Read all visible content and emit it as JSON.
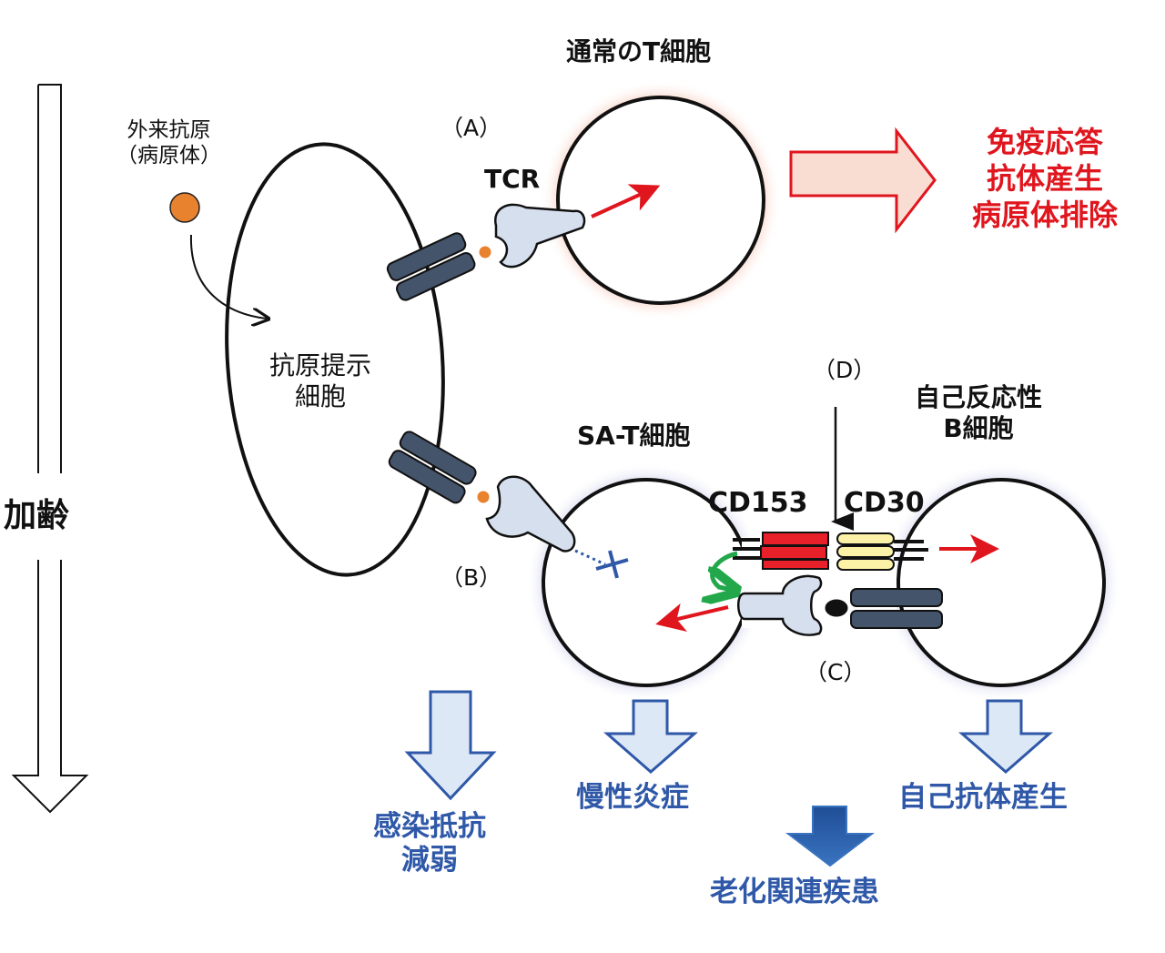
{
  "title_normal_t_cell": "通常のT細胞",
  "foreign_antigen": {
    "line1": "外来抗原",
    "line2": "（病原体）"
  },
  "apc": {
    "line1": "抗原提示",
    "line2": "細胞"
  },
  "labels": {
    "A": "（A）",
    "B": "（B）",
    "C": "（C）",
    "D": "（D）",
    "tcr": "TCR",
    "cd153": "CD153",
    "cd30": "CD30"
  },
  "aging": "加齢",
  "normal_outcome": [
    "免疫応答",
    "抗体産生",
    "病原体排除"
  ],
  "sa_t_cell": "SA-T細胞",
  "autoreactive_b_cell": {
    "line1": "自己反応性",
    "line2": "B細胞"
  },
  "outcomes": {
    "infection_resistance": {
      "line1": "感染抵抗",
      "line2": "減弱"
    },
    "chronic_inflammation": "慢性炎症",
    "autoantibody": "自己抗体産生",
    "age_related_disease": "老化関連疾患"
  },
  "colors": {
    "red": "#e0161f",
    "blue": "#2f58a8",
    "orange": "#e9822e",
    "mhc": "#44546a",
    "tcr": "#d6dfee",
    "cd153": "#e8202a",
    "cd30": "#fbf2a8",
    "green": "#22a84a",
    "arrow_fill_pink": "#f9ddd3",
    "arrow_fill_blue": "#dde8f6"
  }
}
